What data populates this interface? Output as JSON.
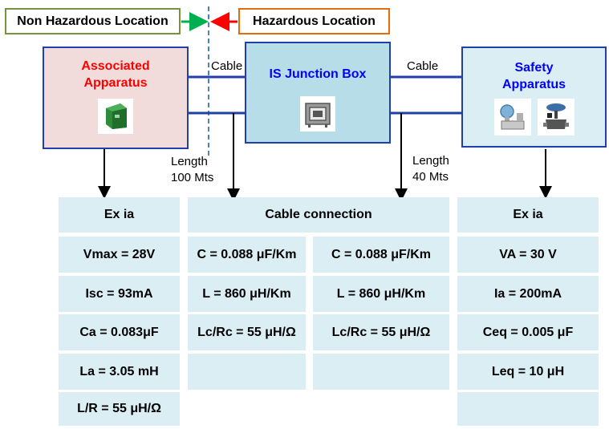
{
  "locations": {
    "non_hazardous": "Non Hazardous Location",
    "hazardous": "Hazardous Location"
  },
  "blocks": {
    "associated": {
      "line1": "Associated",
      "line2": "Apparatus",
      "icon": "din-rail-barrier-icon"
    },
    "junction": {
      "title": "IS Junction Box",
      "icon": "junction-box-icon"
    },
    "safety": {
      "line1": "Safety",
      "line2": "Apparatus",
      "icons": [
        "pressure-transmitter-icon",
        "control-valve-icon"
      ]
    }
  },
  "cable_labels": {
    "left": "Cable",
    "right": "Cable"
  },
  "lengths": {
    "left": {
      "line1": "Length",
      "line2": "100 Mts"
    },
    "right": {
      "line1": "Length",
      "line2": "40 Mts"
    }
  },
  "table": {
    "headers": {
      "associated": "Ex ia",
      "cable": "Cable connection",
      "safety": "Ex ia"
    },
    "associated": [
      "Vmax = 28V",
      "Isc = 93mA",
      "Ca = 0.083μF",
      "La = 3.05 mH",
      "L/R = 55 μH/Ω"
    ],
    "cable_left": [
      "C = 0.088 μF/Km",
      "L = 860 μH/Km",
      "Lc/Rc = 55 μH/Ω",
      ""
    ],
    "cable_right": [
      "C = 0.088 μF/Km",
      "L = 860 μH/Km",
      "Lc/Rc = 55 μH/Ω",
      ""
    ],
    "safety": [
      "VA = 30 V",
      "Ia = 200mA",
      "Ceq = 0.005 μF",
      "Leq = 10 μH",
      ""
    ]
  },
  "colors": {
    "non_hazardous_border": "#77933c",
    "hazardous_border": "#e46c0a",
    "associated_fill": "#f2dcdb",
    "associated_text": "#ff0000",
    "junction_fill": "#b7dde8",
    "safety_fill": "#dbeef4",
    "block_text": "#0000ff",
    "wire": "#1f3faa",
    "cell_fill": "#dbeef4",
    "green_arrow": "#00b050",
    "red_arrow": "#ff0000"
  }
}
